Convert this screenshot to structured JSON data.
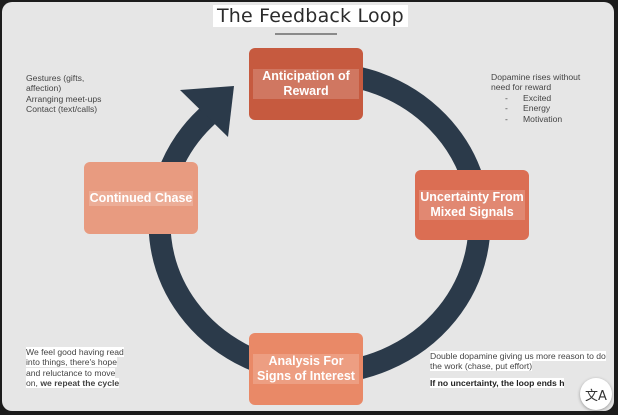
{
  "title": "The Feedback Loop",
  "colors": {
    "ring": "#2b3a4a",
    "step_1": "#c65a3f",
    "step_2": "#db6e53",
    "step_3": "#e98967",
    "step_4": "#e89b80"
  },
  "steps": [
    {
      "label": "Anticipation of Reward"
    },
    {
      "label": "Uncertainty From Mixed Signals"
    },
    {
      "label": "Analysis For Signs of Interest"
    },
    {
      "label": "Continued Chase"
    }
  ],
  "notes": {
    "chase": [
      "Gestures (gifts,",
      "affection)",
      "Arranging meet-ups",
      "Contact (text/calls)"
    ],
    "dopamine": {
      "intro": [
        "Dopamine rises without",
        "need for reward"
      ],
      "bullet": "-",
      "items": [
        "Excited",
        "Energy",
        "Motivation"
      ]
    },
    "repeat": {
      "lines": [
        "We feel good having read",
        "into things, there's hope",
        "and reluctance to move"
      ],
      "last_prefix": "on, ",
      "last_bold": "we repeat the cycle"
    },
    "double": {
      "text": "Double dopamine giving us more reason to do the work (chase, put effort)",
      "bold": "If no uncertainty, the loop ends h"
    }
  },
  "translate_icon": "translate-icon",
  "translate_glyph": "文A"
}
